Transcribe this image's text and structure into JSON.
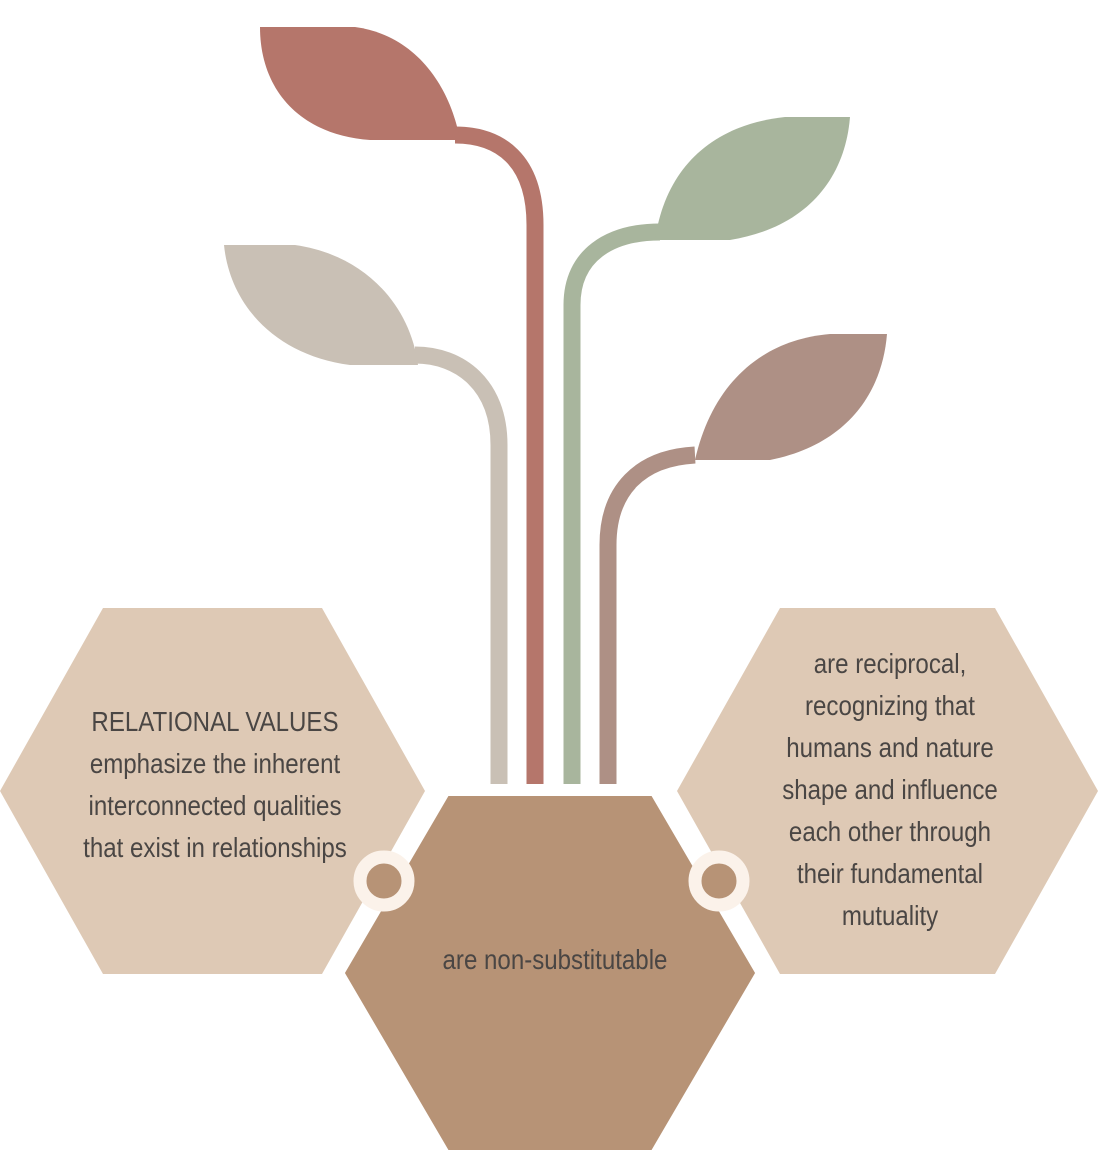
{
  "colors": {
    "background": "#ffffff",
    "leaf_terracotta": "#b5766b",
    "leaf_sage": "#a8b59d",
    "leaf_taupe": "#c9c0b5",
    "leaf_mauve": "#ae9085",
    "hex_side": "#dec9b5",
    "hex_center": "#b79376",
    "connector_ring": "#fbf2ea",
    "text": "#4a4644"
  },
  "hexagons": {
    "left": {
      "text": "RELATIONAL VALUES\nemphasize the inherent\ninterconnected qualities\nthat exist in relationships"
    },
    "center": {
      "text": "are non-substitutable"
    },
    "right": {
      "text": "are reciprocal,\nrecognizing that\nhumans and nature\nshape and influence\neach other through\ntheir fundamental\nmutuality"
    }
  },
  "icons": [
    "leaf-stem-icon",
    "connector-ring-icon"
  ]
}
